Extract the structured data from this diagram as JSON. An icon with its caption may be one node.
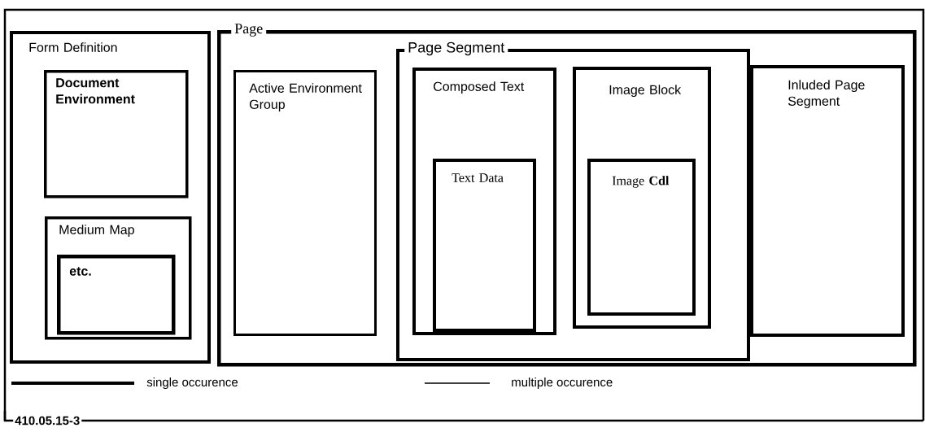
{
  "diagram": {
    "nodes": [
      {
        "text": [
          "Form Definition"
        ]
      },
      {
        "text": [
          "Document Environment"
        ],
        "in": 0
      },
      {
        "text": [
          "Medium Map"
        ],
        "in": 0
      },
      {
        "text": [
          "etc."
        ],
        "in": 2
      },
      {
        "text": [
          "Page"
        ]
      },
      {
        "text": [
          "Active Environment Group"
        ],
        "in": 4
      },
      {
        "text": [
          "Page Segment"
        ],
        "in": 4
      },
      {
        "text": [
          "Composed Text"
        ],
        "in": 6
      },
      {
        "text": [
          "Text Data"
        ],
        "in": 7
      },
      {
        "text": [
          "Image Block"
        ],
        "in": 6
      },
      {
        "text": [
          "Image **Cdl**"
        ],
        "in": 9
      },
      {
        "text": [
          "Inluded Page Segment"
        ],
        "in": 4
      }
    ],
    "labels": [
      "410.05.15-3"
    ],
    "legend": [
      {
        "text": "single occurence"
      },
      {
        "text": "multiple occurence"
      }
    ]
  }
}
